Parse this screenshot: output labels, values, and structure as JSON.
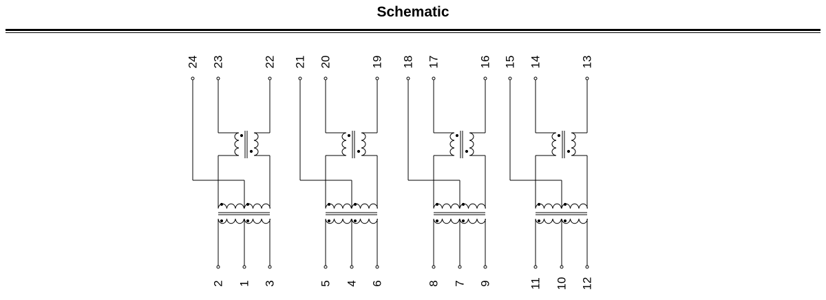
{
  "title": "Schematic",
  "channels": [
    {
      "top_pins": [
        "24",
        "23",
        "22"
      ],
      "bottom_pins": [
        "2",
        "1",
        "3"
      ]
    },
    {
      "top_pins": [
        "21",
        "20",
        "19"
      ],
      "bottom_pins": [
        "5",
        "4",
        "6"
      ]
    },
    {
      "top_pins": [
        "18",
        "17",
        "16"
      ],
      "bottom_pins": [
        "8",
        "7",
        "9"
      ]
    },
    {
      "top_pins": [
        "15",
        "14",
        "13"
      ],
      "bottom_pins": [
        "11",
        "10",
        "12"
      ]
    }
  ]
}
